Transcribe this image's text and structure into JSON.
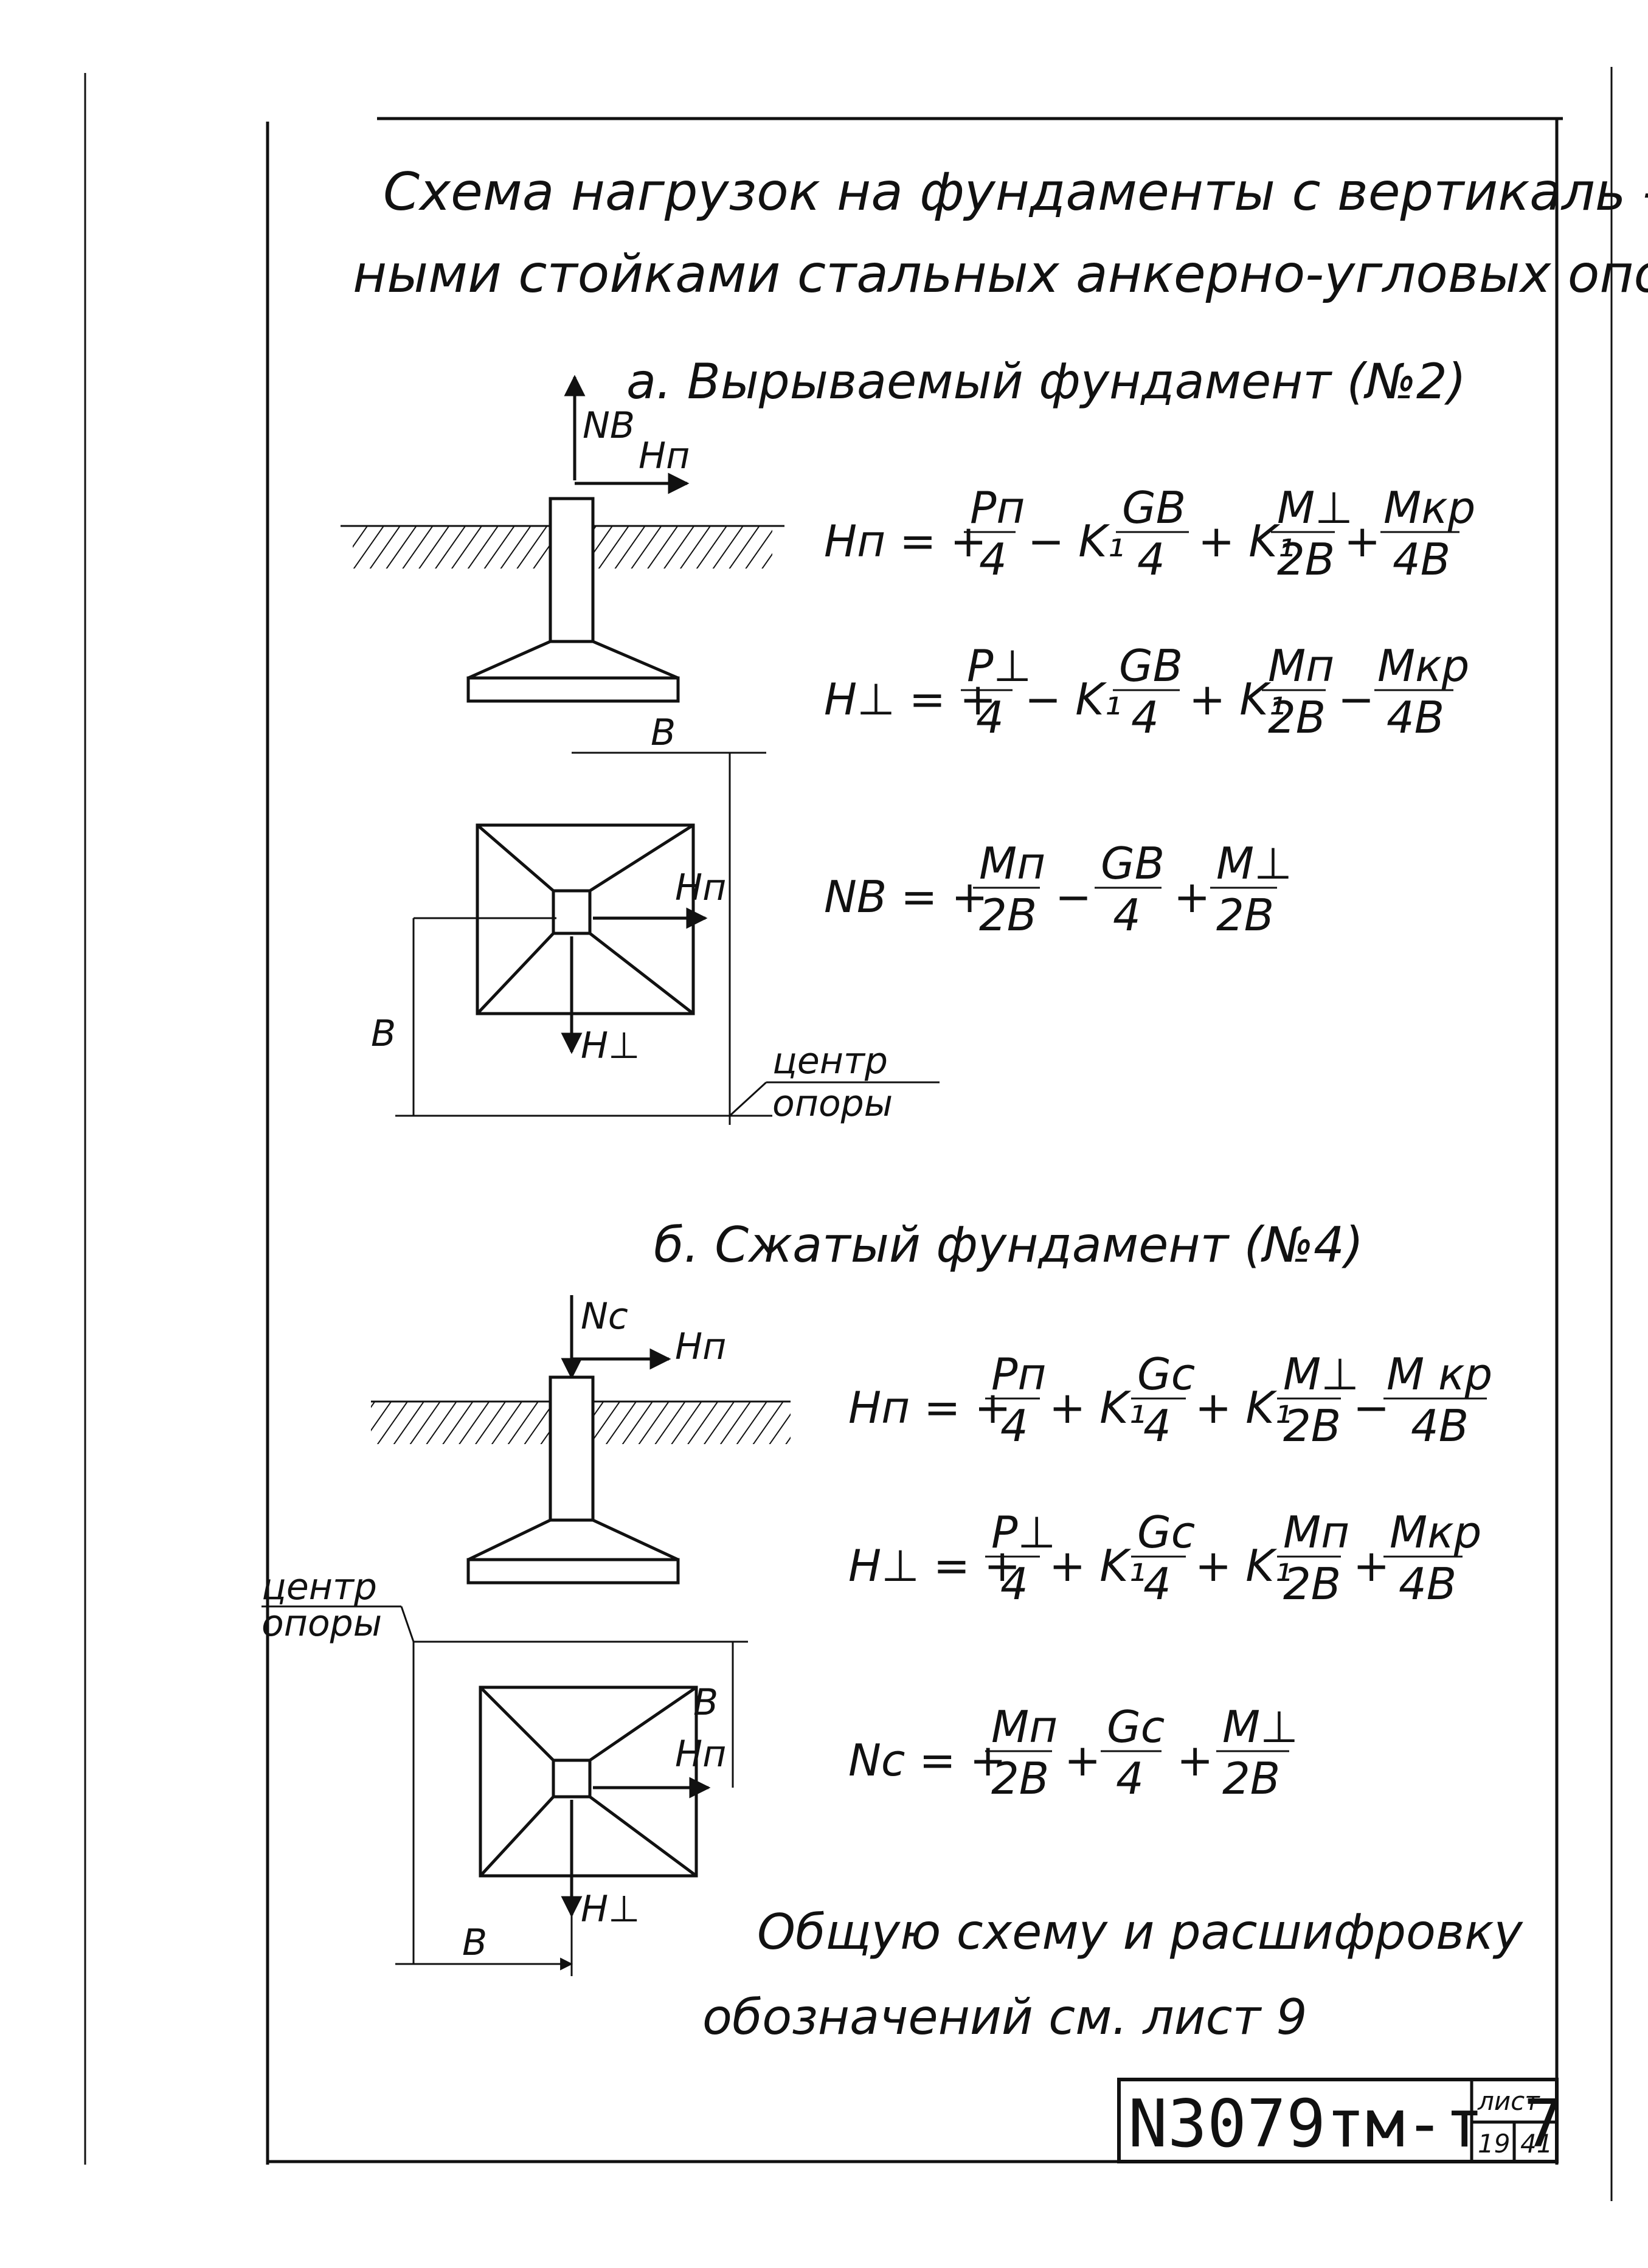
{
  "title": {
    "line1": "Схема нагрузок на фундаменты с вертикаль -",
    "line2": "ными стойками стальных анкерно-угловых опор."
  },
  "section_a": {
    "heading": "а. Вырываемый фундамент (№2)",
    "labels": {
      "nb": "NB",
      "hn": "Hп",
      "hn_plan": "Hп",
      "hperp": "H⊥",
      "b_top": "B",
      "b_side": "B",
      "center_top": "центр",
      "center_bottom": "опоры"
    },
    "eq1": {
      "lhs": "Hп = +",
      "f1_num": "Pп",
      "f1_den": "4",
      "op1": "− K₁",
      "f2_num": "GB",
      "f2_den": "4",
      "op2": "+ K₁",
      "f3_num": "M⊥",
      "f3_den": "2B",
      "op3": "+",
      "f4_num": "Mкр",
      "f4_den": "4B"
    },
    "eq2": {
      "lhs": "H⊥ = +",
      "f1_num": "P⊥",
      "f1_den": "4",
      "op1": "− K₁",
      "f2_num": "GB",
      "f2_den": "4",
      "op2": "+ K₁",
      "f3_num": "Mп",
      "f3_den": "2B",
      "op3": "−",
      "f4_num": "Mкр",
      "f4_den": "4B"
    },
    "eq3": {
      "lhs": "NB = +",
      "f1_num": "Mп",
      "f1_den": "2B",
      "op1": "−",
      "f2_num": "GB",
      "f2_den": "4",
      "op2": "+",
      "f3_num": "M⊥",
      "f3_den": "2B"
    }
  },
  "section_b": {
    "heading": "б. Сжатый фундамент (№4)",
    "labels": {
      "nc": "Nc",
      "hn": "Hп",
      "hn_plan": "Hп",
      "hperp": "H⊥",
      "b_bottom": "B",
      "b_side": "B",
      "center_top": "центр",
      "center_bottom": "опоры"
    },
    "eq1": {
      "lhs": "Hп = +",
      "f1_num": "Pп",
      "f1_den": "4",
      "op1": "+ K₁",
      "f2_num": "Gc",
      "f2_den": "4",
      "op2": "+ K₁",
      "f3_num": "M⊥",
      "f3_den": "2B",
      "op3": "−",
      "f4_num": "M кр",
      "f4_den": "4B"
    },
    "eq2": {
      "lhs": "H⊥ = +",
      "f1_num": "P⊥",
      "f1_den": "4",
      "op1": "+ K₁",
      "f2_num": "Gc",
      "f2_den": "4",
      "op2": "+ K₁",
      "f3_num": "Mп",
      "f3_den": "2B",
      "op3": "+",
      "f4_num": "Mкр",
      "f4_den": "4B"
    },
    "eq3": {
      "lhs": "Nc = +",
      "f1_num": "Mп",
      "f1_den": "2B",
      "op1": "+",
      "f2_num": "Gc",
      "f2_den": "4",
      "op2": "+",
      "f3_num": "M⊥",
      "f3_den": "2B"
    }
  },
  "note": {
    "line1": "Общую схему и расшифровку",
    "line2": "обозначений см. лист 9"
  },
  "stamp": {
    "code": "N3079тм-т 7",
    "sheet_label": "лист",
    "sheet_no": "19",
    "sheets_total": "41"
  }
}
